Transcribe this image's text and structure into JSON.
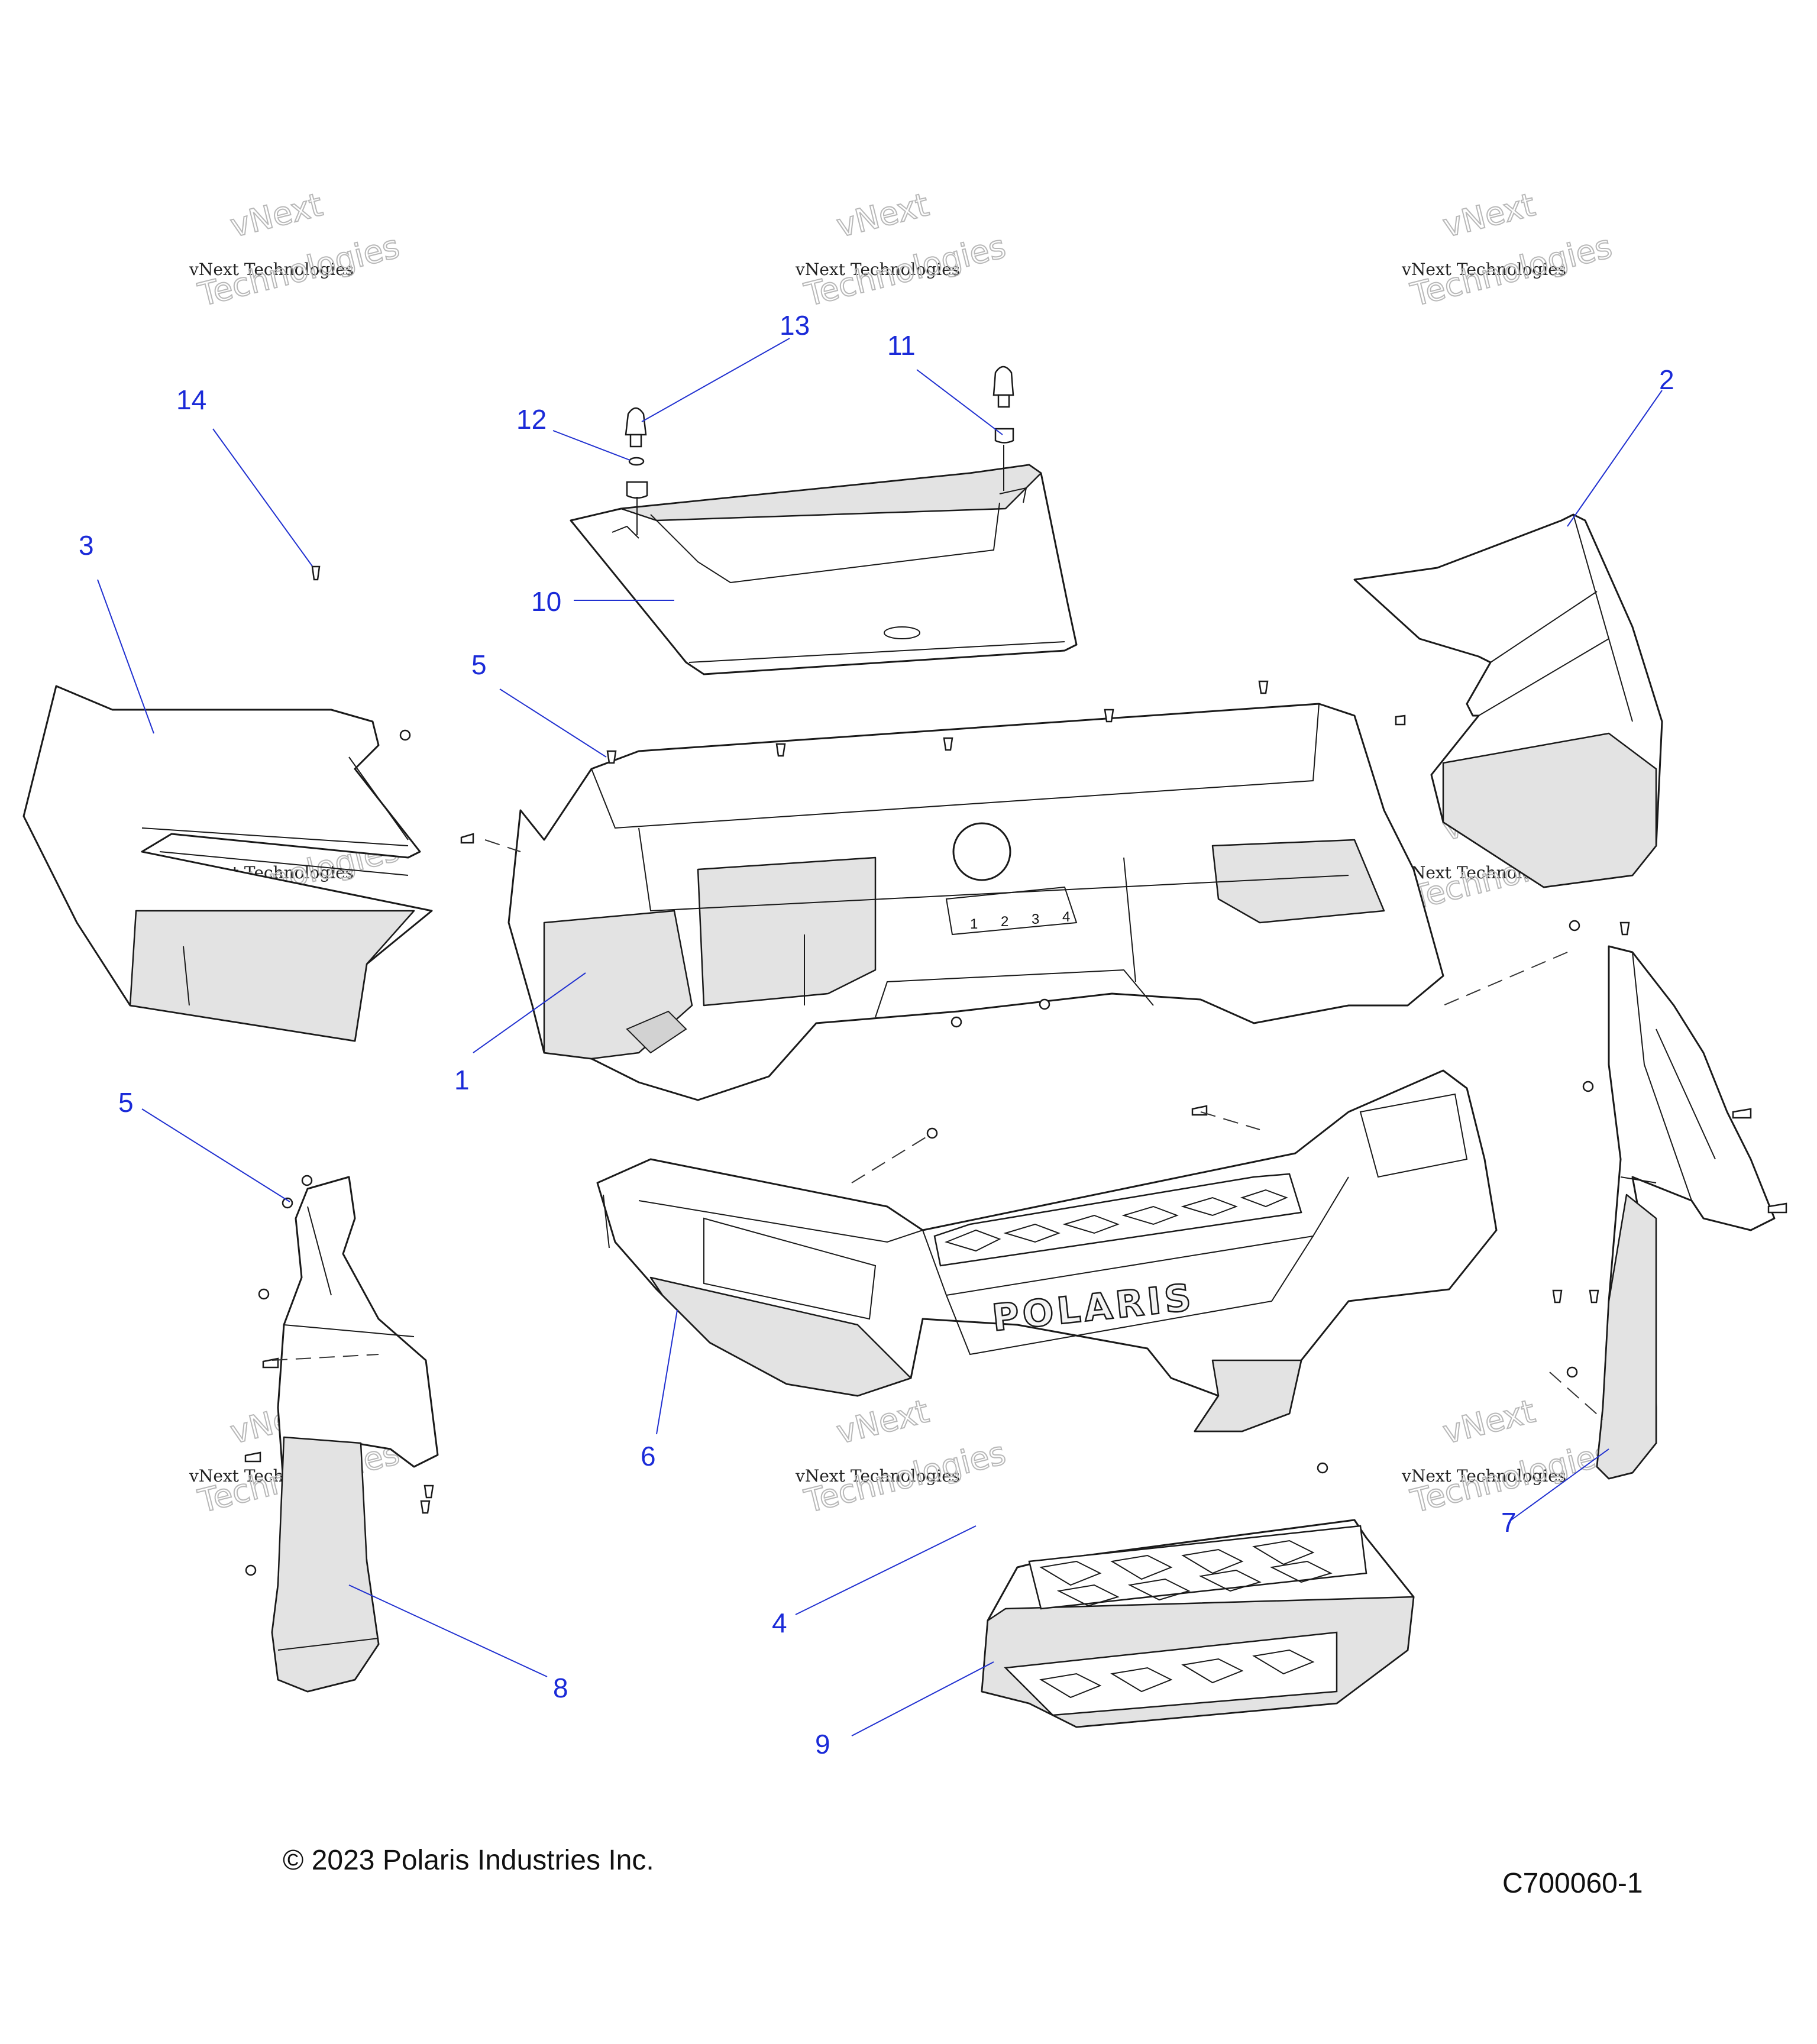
{
  "footer": {
    "copyright": "© 2023 Polaris Industries Inc.",
    "drawing_number": "C700060-1"
  },
  "watermark": {
    "line1": "vNext Technologies",
    "line2": "vNext",
    "line3": "Technologies"
  },
  "brand_text": "POLARIS",
  "callouts": [
    "1",
    "2",
    "3",
    "4",
    "5",
    "5",
    "6",
    "7",
    "8",
    "9",
    "10",
    "11",
    "12",
    "13",
    "14"
  ],
  "panel_digits": [
    "1",
    "2",
    "3",
    "4"
  ]
}
